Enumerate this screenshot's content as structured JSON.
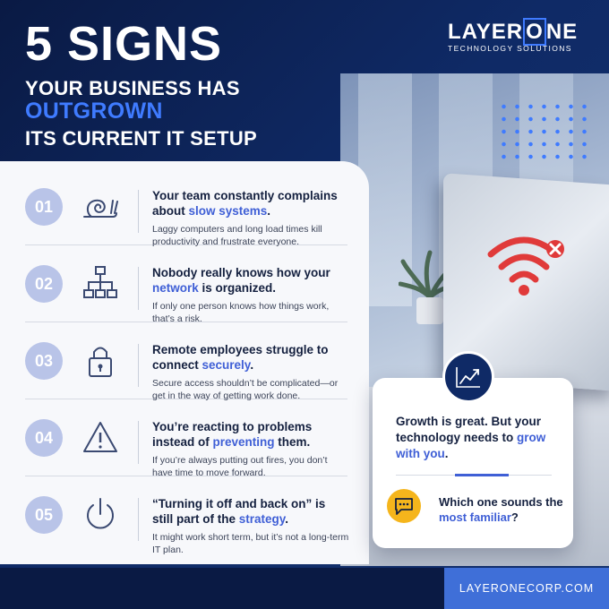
{
  "brand": {
    "name_part1": "LAYER",
    "name_part2": "O",
    "name_part3": "NE",
    "subtitle": "TECHNOLOGY SOLUTIONS"
  },
  "header": {
    "big": "5 SIGNS",
    "line1": "YOUR BUSINESS HAS",
    "line2": "OUTGROWN",
    "line3": "ITS CURRENT IT SETUP"
  },
  "signs": [
    {
      "num": "01",
      "icon": "snail-icon",
      "head_a": "Your team constantly complains about ",
      "head_hl": "slow systems",
      "head_b": ".",
      "desc": "Laggy computers and long load times kill productivity and frustrate everyone."
    },
    {
      "num": "02",
      "icon": "network-icon",
      "head_a": "Nobody really knows how your ",
      "head_hl": "network",
      "head_b": " is organized.",
      "desc": "If only one person knows how things work, that’s a risk."
    },
    {
      "num": "03",
      "icon": "lock-icon",
      "head_a": "Remote employees struggle to connect ",
      "head_hl": "securely",
      "head_b": ".",
      "desc": "Secure access shouldn’t be complicated—or get in the way of getting work done."
    },
    {
      "num": "04",
      "icon": "warning-icon",
      "head_a": "You’re reacting to problems instead of ",
      "head_hl": "preventing",
      "head_b": " them.",
      "desc": "If you’re always putting out fires, you don’t have time to move forward."
    },
    {
      "num": "05",
      "icon": "power-icon",
      "head_a": "“Turning it off and back on” is still part of the ",
      "head_hl": "strategy",
      "head_b": ".",
      "desc": "It might work short term, but it’s not a long-term IT plan."
    }
  ],
  "card": {
    "text_a": "Growth is great. But your technology needs to ",
    "text_hl": "grow with you",
    "text_b": ".",
    "q_a": "Which one sounds the ",
    "q_hl": "most familiar",
    "q_b": "?"
  },
  "footer": {
    "url": "LAYERONECORP.COM"
  },
  "colors": {
    "navy": "#0a1a44",
    "accent": "#3f5fd6",
    "badge": "#b9c4e8",
    "yellow": "#f5b51c",
    "wifi_red": "#e03a3a"
  }
}
